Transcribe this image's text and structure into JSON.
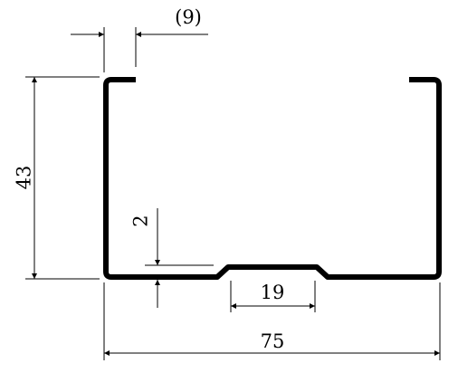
{
  "colors": {
    "line": "#000000",
    "background": "#ffffff"
  },
  "dimensions": {
    "lip": "(9)",
    "height": "43",
    "thickness": "2",
    "groove": "19",
    "width": "75"
  }
}
